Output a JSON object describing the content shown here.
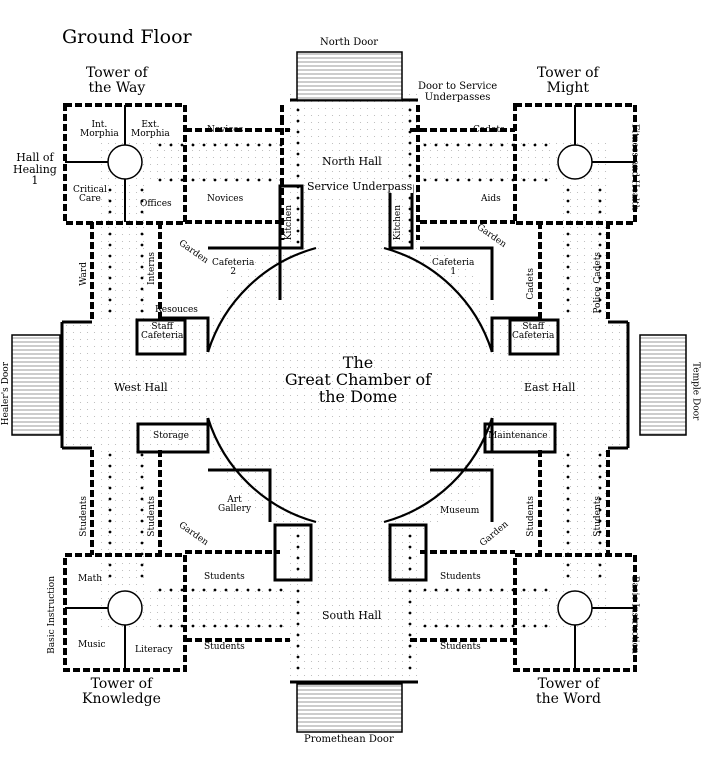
{
  "title": "Ground Floor",
  "towers": {
    "nw_line1": "Tower of",
    "nw_line2": "the Way",
    "ne_line1": "Tower of",
    "ne_line2": "Might",
    "sw_line1": "Tower of",
    "sw_line2": "Knowledge",
    "se_line1": "Tower of",
    "se_line2": "the Word"
  },
  "center": {
    "line1": "The",
    "line2": "Great Chamber of",
    "line3": "the Dome"
  },
  "doors": {
    "north": "North Door",
    "south": "Promethean Door",
    "east": "Temple Door",
    "west": "Healer's Door",
    "service_line1": "Door to Service",
    "service_line2": "Underpasses"
  },
  "halls": {
    "north": "North Hall",
    "south": "South Hall",
    "east": "East Hall",
    "west": "West Hall",
    "service_underpass": "Service Underpass"
  },
  "rooms": {
    "hall_of_healing_1": "Hall of",
    "hall_of_healing_2": "Healing",
    "hall_of_healing_3": "1",
    "int_morphia_1": "Int.",
    "int_morphia_2": "Morphia",
    "ext_morphia_1": "Ext.",
    "ext_morphia_2": "Morphia",
    "critical_care_1": "Critical",
    "critical_care_2": "Care",
    "offices": "Offices",
    "novices_top": "Novices",
    "novices_bottom": "Novices",
    "ward": "Ward",
    "interns": "Interns",
    "resources": "Resouces",
    "staff_caf_w_1": "Staff",
    "staff_caf_w_2": "Cafeteria",
    "cafeteria2_1": "Cafeteria",
    "cafeteria2_2": "2",
    "kitchen_w": "Kitchen",
    "kitchen_e": "Kitchen",
    "cafeteria1_1": "Cafeteria",
    "cafeteria1_2": "1",
    "cadets_top": "Cadets",
    "aids": "Aids",
    "fitness": "Fitness and Health",
    "cadets_v": "Cadets",
    "police_cadets": "Police Cadets",
    "staff_caf_e_1": "Staff",
    "staff_caf_e_2": "Cafeteria",
    "storage": "Storage",
    "maintenance": "Maintenance",
    "art_gallery_1": "Art",
    "art_gallery_2": "Gallery",
    "museum": "Museum",
    "students_w_outer": "Students",
    "students_w_inner": "Students",
    "students_e_inner": "Students",
    "students_e_outer": "Students",
    "students_sw_top": "Students",
    "students_sw_bottom": "Students",
    "students_se_top": "Students",
    "students_se_bottom": "Students",
    "math": "Math",
    "music": "Music",
    "literacy": "Literacy",
    "basic_instruction_w": "Basic Instruction",
    "basic_instruction_e": "Basic Instruction",
    "garden": "Garden"
  },
  "colors": {
    "wall": "#000000",
    "floor_dot": "#9a9a9a",
    "paper": "#ffffff"
  }
}
